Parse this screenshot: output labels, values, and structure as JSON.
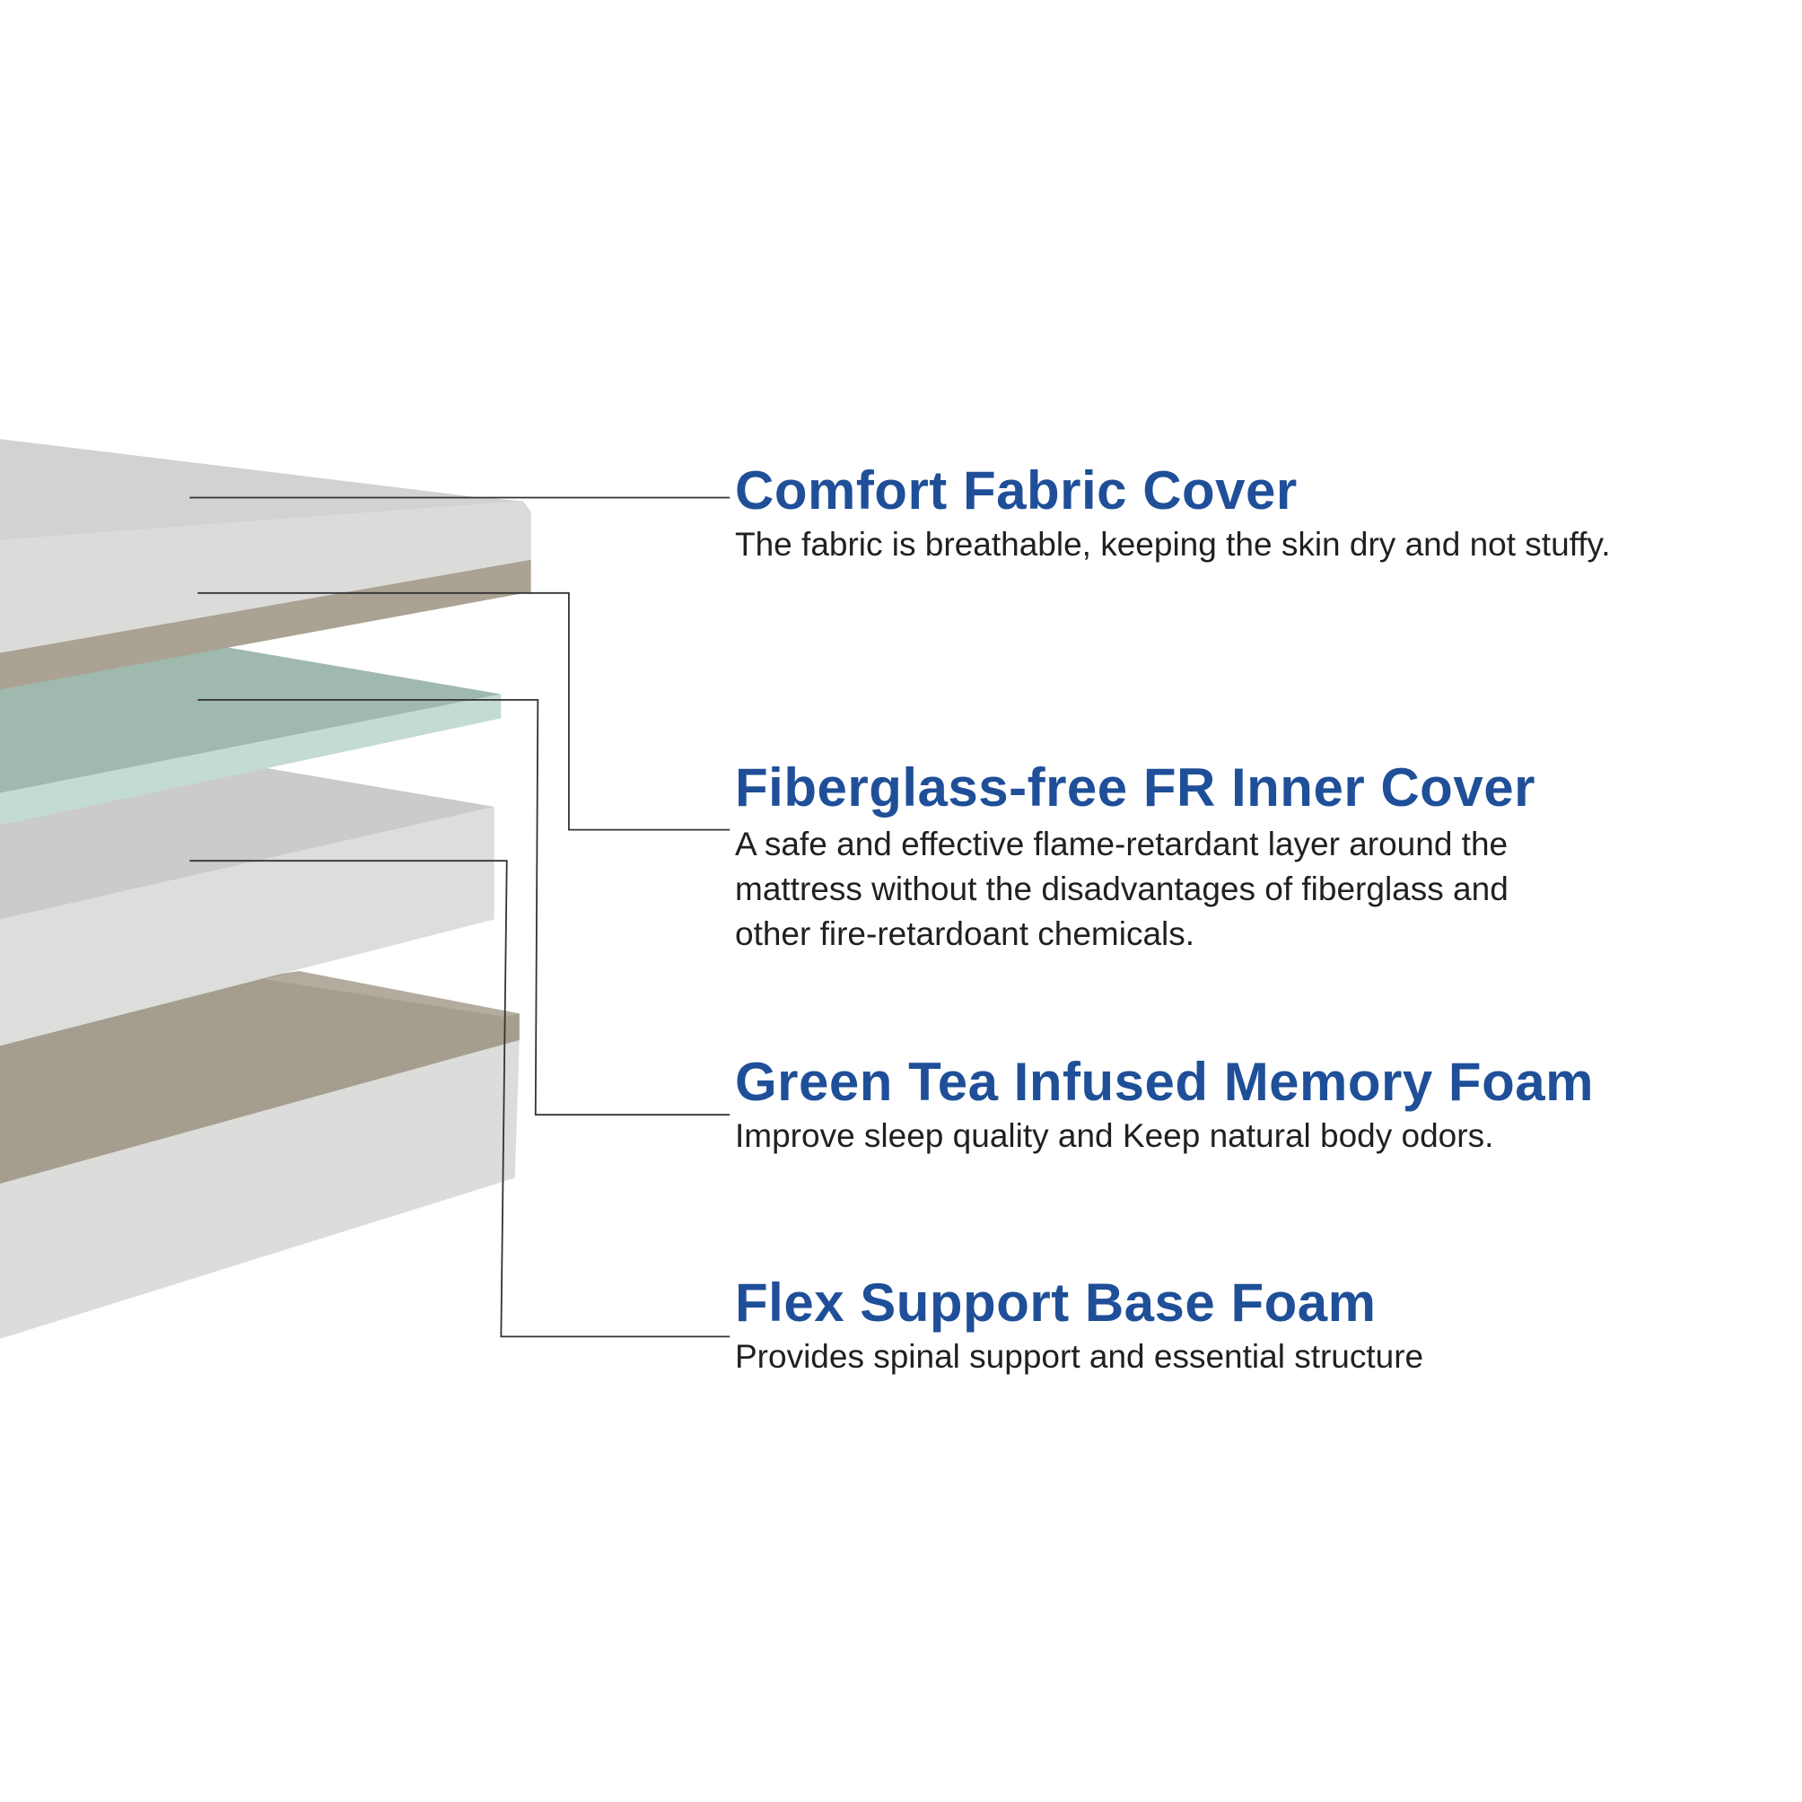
{
  "colors": {
    "heading": "#1f4f98",
    "body": "#231f20",
    "leader": "#333333"
  },
  "layers": [
    {
      "title": "Comfort Fabric Cover",
      "description": [
        "The fabric is breathable, keeping the skin dry and not stuffy."
      ]
    },
    {
      "title": "Fiberglass-free FR Inner Cover",
      "description": [
        "A safe and effective flame-retardant layer around the",
        "mattress without the disadvantages of fiberglass and",
        "other fire-retardoant chemicals."
      ]
    },
    {
      "title": "Green Tea Infused Memory Foam",
      "description": [
        "Improve sleep quality and Keep natural body odors."
      ]
    },
    {
      "title": "Flex Support Base Foam",
      "description": [
        "Provides spinal support and essential structure"
      ]
    }
  ]
}
